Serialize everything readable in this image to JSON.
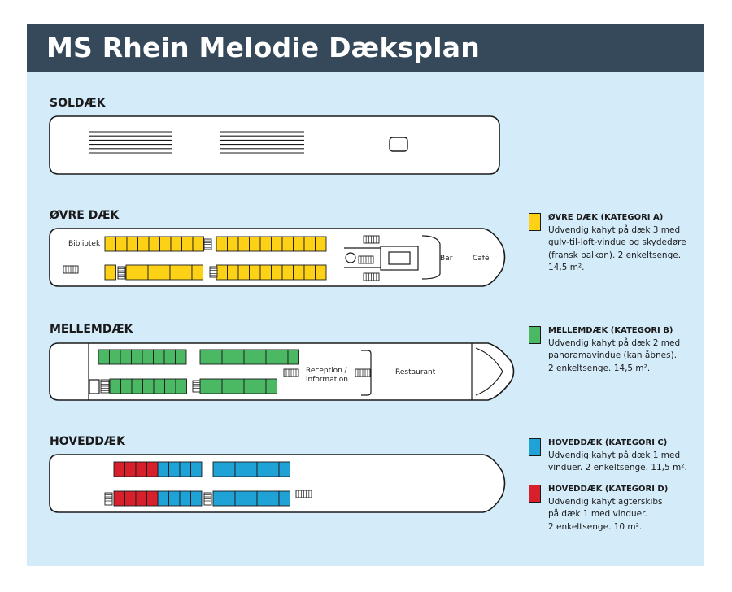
{
  "title": "MS Rhein Melodie Dæksplan",
  "colors": {
    "frame_bg": "#d4ecfa",
    "title_bg": "#35495a",
    "category_a": "#fcd116",
    "category_b": "#4bb864",
    "category_c": "#1fa2d6",
    "category_d": "#d8202d"
  },
  "decks": {
    "sun": {
      "name": "SOLDÆK"
    },
    "upper": {
      "name": "ØVRE DÆK",
      "labels": {
        "library": "Bibliotek",
        "bar": "Bar",
        "cafe": "Café"
      }
    },
    "middle": {
      "name": "MELLEMDÆK",
      "labels": {
        "reception_line1": "Reception /",
        "reception_line2": "information",
        "restaurant": "Restaurant"
      }
    },
    "main": {
      "name": "HOVEDDÆK"
    }
  },
  "legend": [
    {
      "swatch": "category_a",
      "heading": "ØVRE DÆK  (KATEGORI A)",
      "lines": [
        "Udvendig kahyt på dæk 3 med",
        "gulv-til-loft-vindue og skydedøre",
        "(fransk balkon). 2 enkeltsenge.",
        "14,5 m²."
      ]
    },
    {
      "swatch": "category_b",
      "heading": "MELLEMDÆK  (KATEGORI B)",
      "lines": [
        "Udvendig kahyt på dæk 2 med",
        "panoramavindue (kan åbnes).",
        "2 enkeltsenge. 14,5 m²."
      ]
    },
    {
      "swatch": "category_c",
      "heading": "HOVEDDÆK (KATEGORI C)",
      "lines": [
        "Udvendig kahyt på dæk 1 med",
        "vinduer. 2 enkeltsenge. 11,5 m²."
      ]
    },
    {
      "swatch": "category_d",
      "heading": "HOVEDDÆK (KATEGORI D)",
      "lines": [
        "Udvendig kahyt agterskibs",
        "på dæk 1 med vinduer.",
        "2 enkeltsenge. 10 m²."
      ]
    }
  ]
}
